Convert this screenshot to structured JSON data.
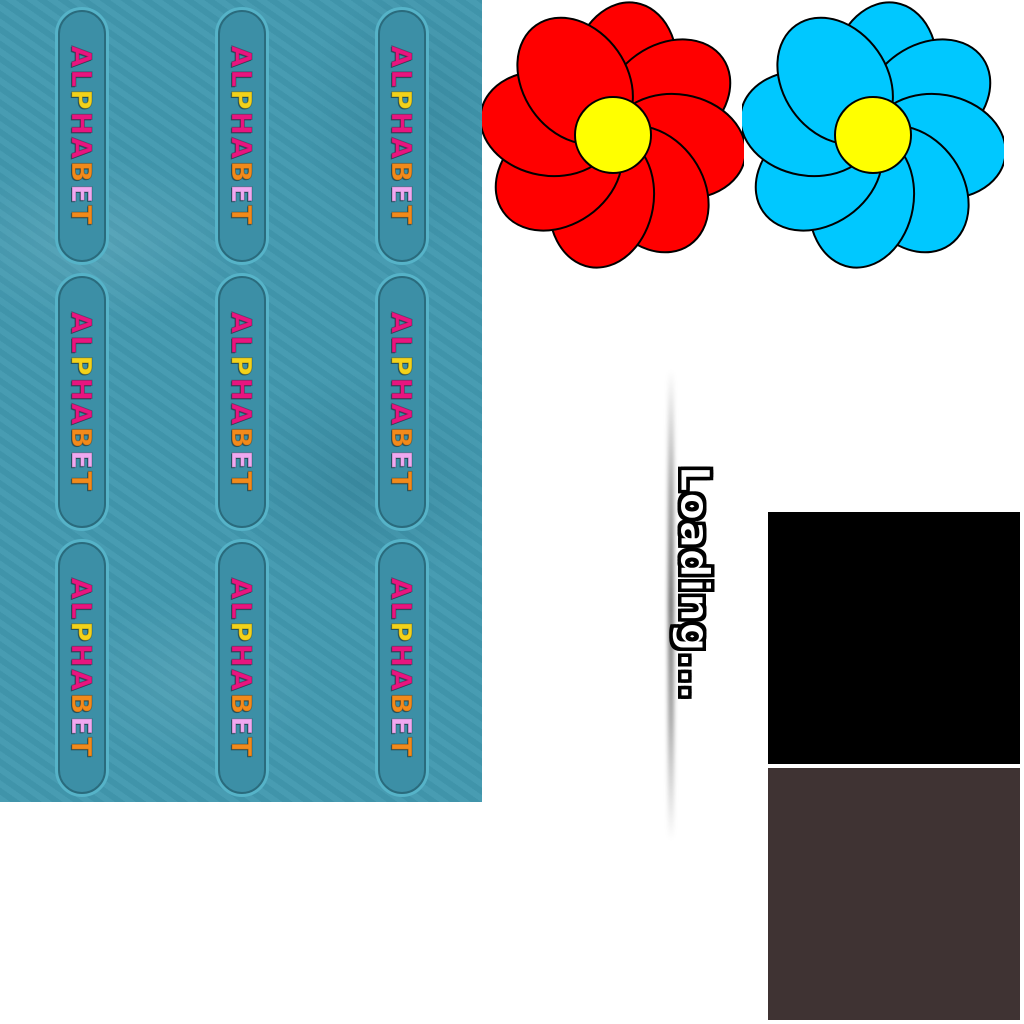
{
  "alphabet": {
    "word": "ALPHABET",
    "letter_colors": [
      "#e8157f",
      "#e8157f",
      "#f2d21b",
      "#e8157f",
      "#e8157f",
      "#f28a1b",
      "#f0a8f0",
      "#f28a1b"
    ],
    "panel_color": "#4299b0",
    "rows": 3,
    "columns": 3
  },
  "flowers": [
    {
      "name": "red-flower",
      "petal_color": "#ff0000",
      "center_color": "#ffff00"
    },
    {
      "name": "blue-flower",
      "petal_color": "#00c8ff",
      "center_color": "#ffff00"
    }
  ],
  "loading": {
    "text": "Loading..."
  },
  "swatches": [
    {
      "name": "black",
      "color": "#000000"
    },
    {
      "name": "dark-brown",
      "color": "#3f3333"
    }
  ]
}
